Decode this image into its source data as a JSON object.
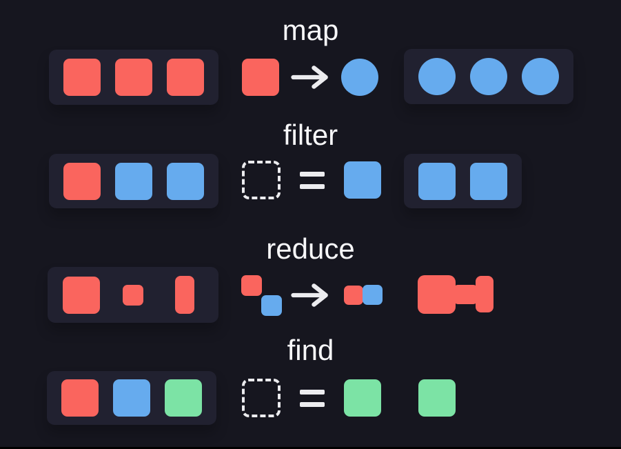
{
  "colors": {
    "background": "#16161f",
    "panel": "#212130",
    "red": "#fa655e",
    "blue": "#66abee",
    "green": "#7ce3a5",
    "line": "#ececef",
    "title": "#f7f7f9"
  },
  "rows": [
    {
      "title": "map",
      "input": {
        "items": [
          "red-square",
          "red-square",
          "red-square"
        ]
      },
      "transform": [
        "red-square",
        "arrow",
        "blue-circle"
      ],
      "output": {
        "items": [
          "blue-circle",
          "blue-circle",
          "blue-circle"
        ]
      }
    },
    {
      "title": "filter",
      "input": {
        "items": [
          "red-square",
          "blue-square",
          "blue-square"
        ]
      },
      "transform": [
        "dashed-slot",
        "equals",
        "blue-square"
      ],
      "output": {
        "items": [
          "blue-square",
          "blue-square"
        ]
      }
    },
    {
      "title": "reduce",
      "input": {
        "items": [
          "red-square",
          "red-square-small",
          "red-bar-tall"
        ]
      },
      "transform": [
        "pair-diagonal",
        "arrow",
        "pair-joined"
      ],
      "output": {
        "items": [
          "merged-shape"
        ]
      }
    },
    {
      "title": "find",
      "input": {
        "items": [
          "red-square",
          "blue-square",
          "green-square"
        ]
      },
      "transform": [
        "dashed-slot",
        "equals",
        "green-square"
      ],
      "output": {
        "items": [
          "green-square"
        ]
      }
    }
  ]
}
